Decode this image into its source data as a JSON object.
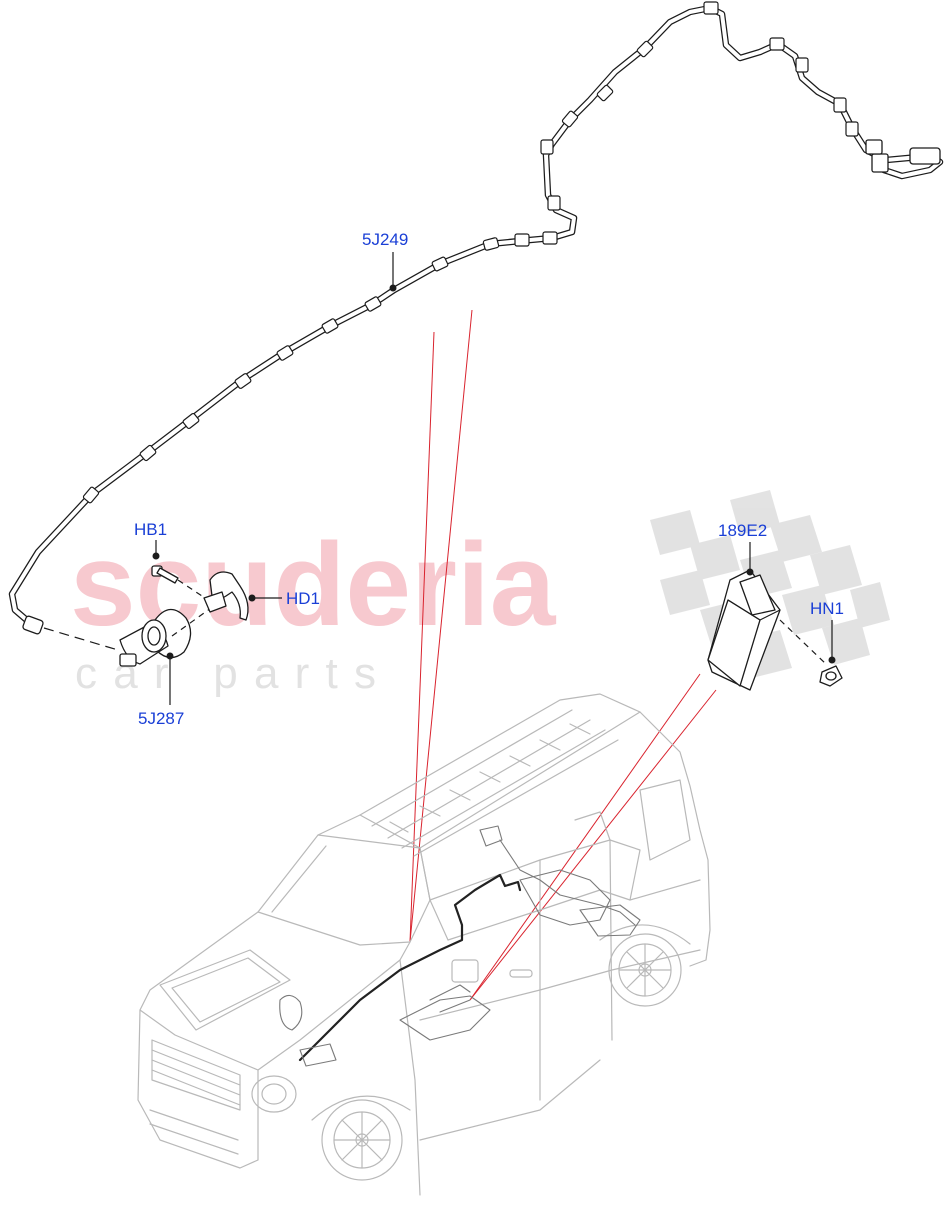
{
  "watermark": {
    "brand": "scuderia",
    "tagline": "c a r   p a r t s"
  },
  "callouts": {
    "harness": "5J249",
    "bolt": "HB1",
    "bracket": "HD1",
    "washer_pump": "5J287",
    "module": "189E2",
    "nut": "HN1"
  },
  "colors": {
    "callout_text": "#1a3fd6",
    "reference_line": "#d9232e",
    "watermark_brand": "#f7c9cf",
    "watermark_flag": "#d0d0d0"
  }
}
